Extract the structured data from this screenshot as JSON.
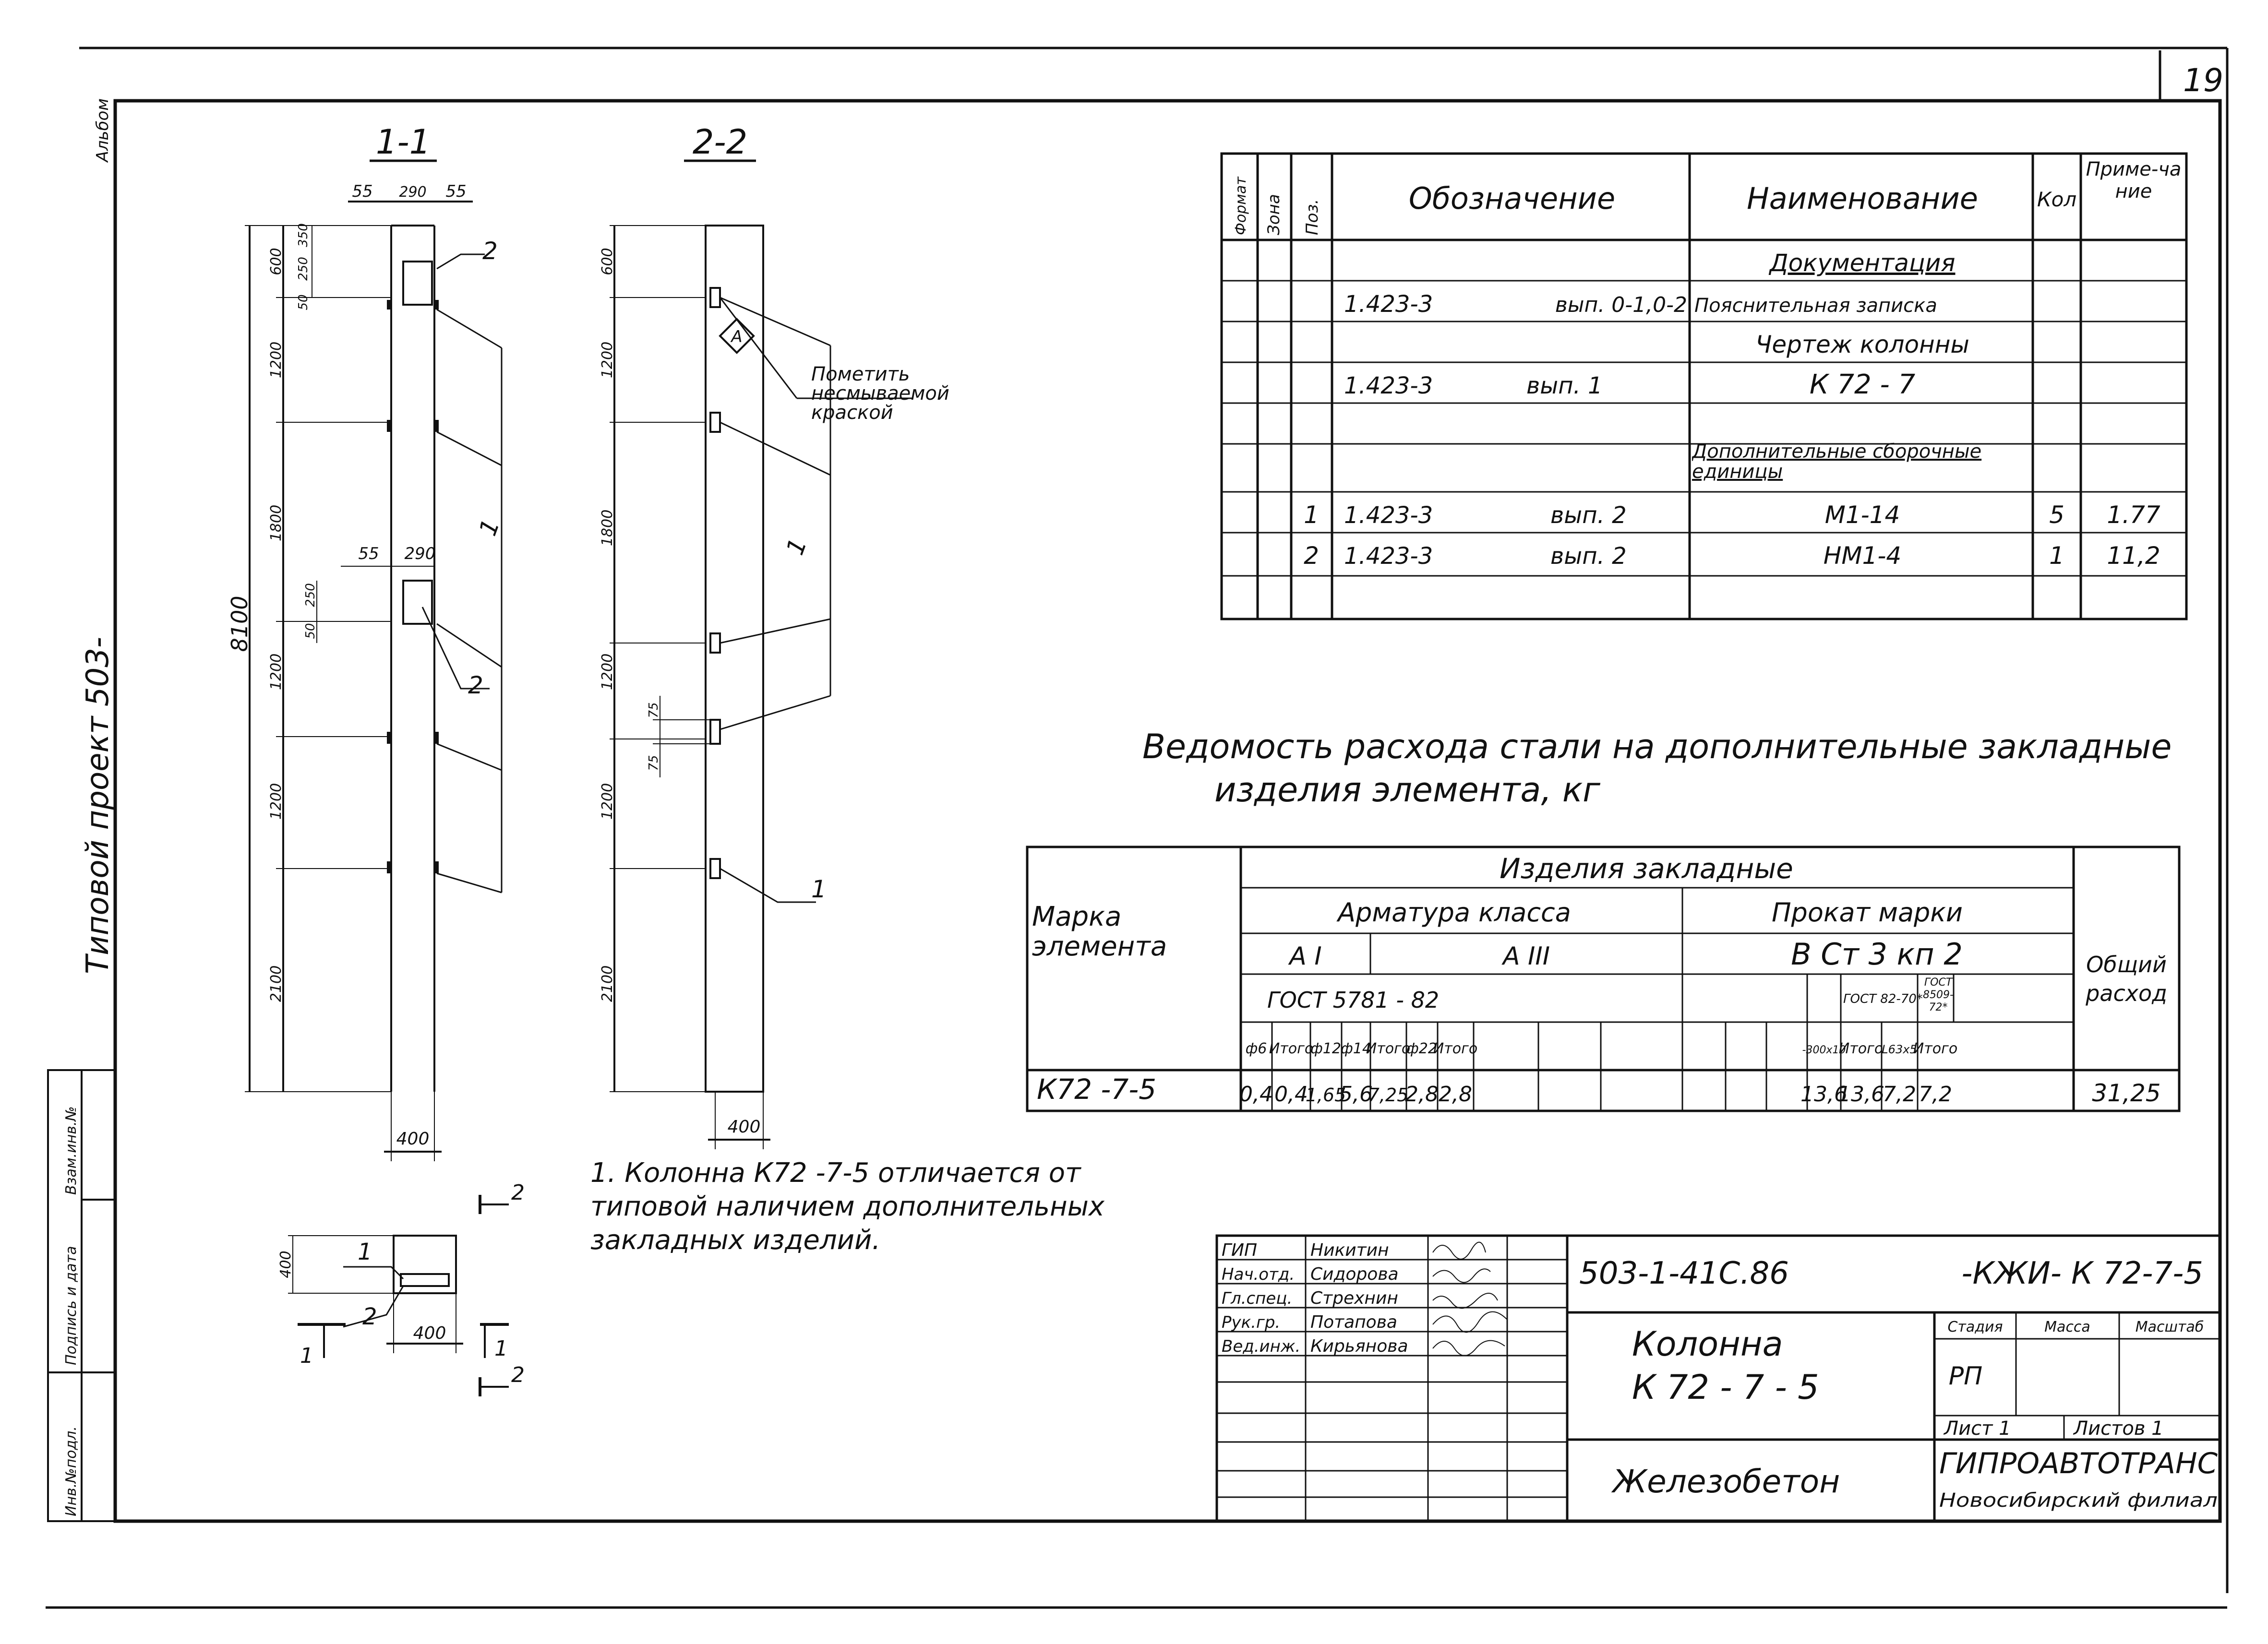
{
  "sheet": {
    "number": "19",
    "corner_mark": "Альбом",
    "project_label": "Типовой проект 503-"
  },
  "drawing": {
    "section_1": {
      "title": "1-1",
      "top_dims": [
        "55",
        "290",
        "55"
      ],
      "top_vertical_dims": [
        "350",
        "250",
        "50"
      ],
      "vertical_dims": [
        "600",
        "1200",
        "1800",
        "1200",
        "1200",
        "2100"
      ],
      "mid_dims": [
        "55",
        "290"
      ],
      "mid_vertical_dims": [
        "250",
        "50"
      ],
      "overall_height": "8100",
      "base_width": "400",
      "callouts": [
        "2",
        "1",
        "2"
      ]
    },
    "section_2": {
      "title": "2-2",
      "vertical_dims": [
        "600",
        "1200",
        "1800",
        "1200",
        "1200",
        "2100"
      ],
      "small_dims": [
        "75",
        "75"
      ],
      "base_width": "400",
      "mark_note": "Пометить несмываемой краской",
      "mark_symbol": "А",
      "callouts": [
        "1",
        "1"
      ]
    },
    "plan": {
      "dims": [
        "400",
        "400"
      ],
      "callouts": [
        "1",
        "2"
      ],
      "section_marks": [
        "2",
        "1",
        "1",
        "2"
      ]
    },
    "note": "1. Колонна К72 -7-5 отличается от типовой наличием дополнительных закладных изделий."
  },
  "spec_table": {
    "headers": [
      "Формат",
      "Зона",
      "Поз.",
      "Обозначение",
      "Наименование",
      "Кол",
      "Приме-чание"
    ],
    "rows": [
      {
        "pos": "",
        "code": "",
        "issue": "",
        "name": "Документация",
        "qty": "",
        "note": ""
      },
      {
        "pos": "",
        "code": "1.423-3",
        "issue": "вып. 0-1,0-2",
        "name": "Пояснительная записка",
        "qty": "",
        "note": ""
      },
      {
        "pos": "",
        "code": "",
        "issue": "",
        "name": "Чертеж колонны",
        "qty": "",
        "note": ""
      },
      {
        "pos": "",
        "code": "1.423-3",
        "issue": "вып. 1",
        "name": "К 72 - 7",
        "qty": "",
        "note": ""
      },
      {
        "pos": "",
        "code": "",
        "issue": "",
        "name": "",
        "qty": "",
        "note": ""
      },
      {
        "pos": "",
        "code": "",
        "issue": "",
        "name": "Дополнительные сборочные единицы",
        "qty": "",
        "note": ""
      },
      {
        "pos": "1",
        "code": "1.423-3",
        "issue": "вып. 2",
        "name": "М1-14",
        "qty": "5",
        "note": "1.77"
      },
      {
        "pos": "2",
        "code": "1.423-3",
        "issue": "вып. 2",
        "name": "НМ1-4",
        "qty": "1",
        "note": "11,2"
      },
      {
        "pos": "",
        "code": "",
        "issue": "",
        "name": "",
        "qty": "",
        "note": ""
      }
    ]
  },
  "steel_table": {
    "title_line1": "Ведомость расхода стали на дополнительные закладные",
    "title_line2": "изделия элемента, кг",
    "mark_header": "Марка элемента",
    "group_header": "Изделия закладные",
    "armature_header": "Арматура класса",
    "rolled_header": "Прокат марки",
    "class_ai": "А I",
    "class_aiii": "А III",
    "steel_grade": "В Ст 3 кп 2",
    "gost_rebar": "ГОСТ 5781 - 82",
    "gost_8240": "ГОСТ 82-70*",
    "gost_8509": "ГОСТ 8509-72*",
    "total_header": "Общий расход",
    "sub_headers": [
      "ф6",
      "Итого",
      "ф12",
      "ф14",
      "Итого",
      "ф22",
      "Итого",
      "",
      "",
      "-300х10",
      "Итого",
      "L63х5",
      "Итого"
    ],
    "row": {
      "mark": "К72 -7-5",
      "values": [
        "0,4",
        "0,4",
        "1,65",
        "5,6",
        "7,25",
        "2,8",
        "2,8",
        "",
        "",
        "13,6",
        "13,6",
        "7,2",
        "7,2"
      ],
      "total": "31,25"
    }
  },
  "title_block": {
    "roles": [
      "ГИП",
      "Нач.отд.",
      "Гл.спец.",
      "Рук.гр.",
      "Вед.инж."
    ],
    "names": [
      "Никитин",
      "Сидорова",
      "Стрехнин",
      "Потапова",
      "Кирьянова"
    ],
    "doc_code": "503-1-41С.86",
    "doc_suffix": "-КЖИ- К 72-7-5",
    "object_name_1": "Колонна",
    "object_name_2": "К 72 - 7 - 5",
    "material": "Железобетон",
    "stage_header": "Стадия",
    "mass_header": "Масса",
    "scale_header": "Масштаб",
    "stage": "РП",
    "sheet": "Лист 1",
    "sheets": "Листов 1",
    "org": "ГИПРОАВТОТРАНС",
    "branch": "Новосибирский филиал"
  },
  "side_strip": {
    "inv_no": "Инв.№подл.",
    "signature": "Подпись и дата",
    "replace": "Взам.инв.№"
  }
}
